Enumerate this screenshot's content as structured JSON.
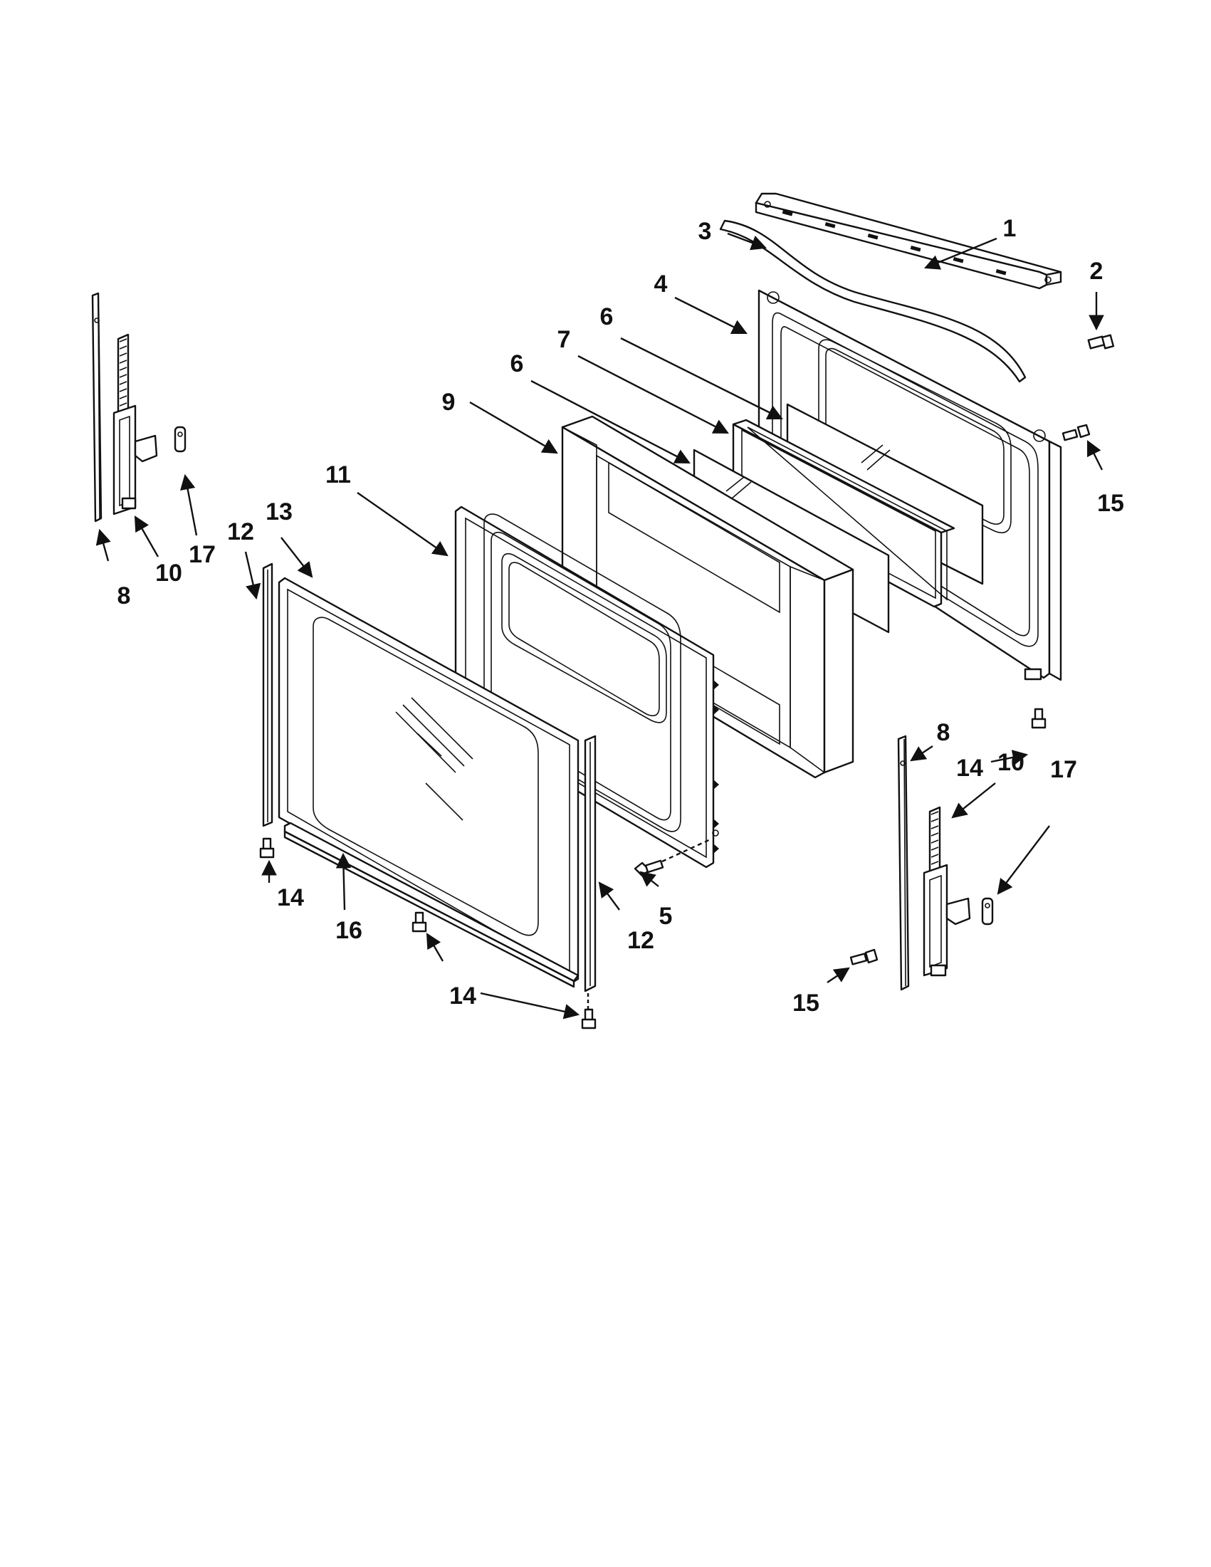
{
  "diagram": {
    "callouts": [
      {
        "id": "c1",
        "label": "1"
      },
      {
        "id": "c2",
        "label": "2"
      },
      {
        "id": "c3",
        "label": "3"
      },
      {
        "id": "c4",
        "label": "4"
      },
      {
        "id": "c5",
        "label": "5"
      },
      {
        "id": "c6a",
        "label": "6"
      },
      {
        "id": "c6b",
        "label": "6"
      },
      {
        "id": "c7",
        "label": "7"
      },
      {
        "id": "c8a",
        "label": "8"
      },
      {
        "id": "c8b",
        "label": "8"
      },
      {
        "id": "c9",
        "label": "9"
      },
      {
        "id": "c10a",
        "label": "10"
      },
      {
        "id": "c10b",
        "label": "10"
      },
      {
        "id": "c11",
        "label": "11"
      },
      {
        "id": "c12a",
        "label": "12"
      },
      {
        "id": "c12b",
        "label": "12"
      },
      {
        "id": "c13",
        "label": "13"
      },
      {
        "id": "c14a",
        "label": "14"
      },
      {
        "id": "c14b",
        "label": "14"
      },
      {
        "id": "c14c",
        "label": "14"
      },
      {
        "id": "c15a",
        "label": "15"
      },
      {
        "id": "c15b",
        "label": "15"
      },
      {
        "id": "c16",
        "label": "16"
      },
      {
        "id": "c17a",
        "label": "17"
      },
      {
        "id": "c17b",
        "label": "17"
      }
    ]
  }
}
